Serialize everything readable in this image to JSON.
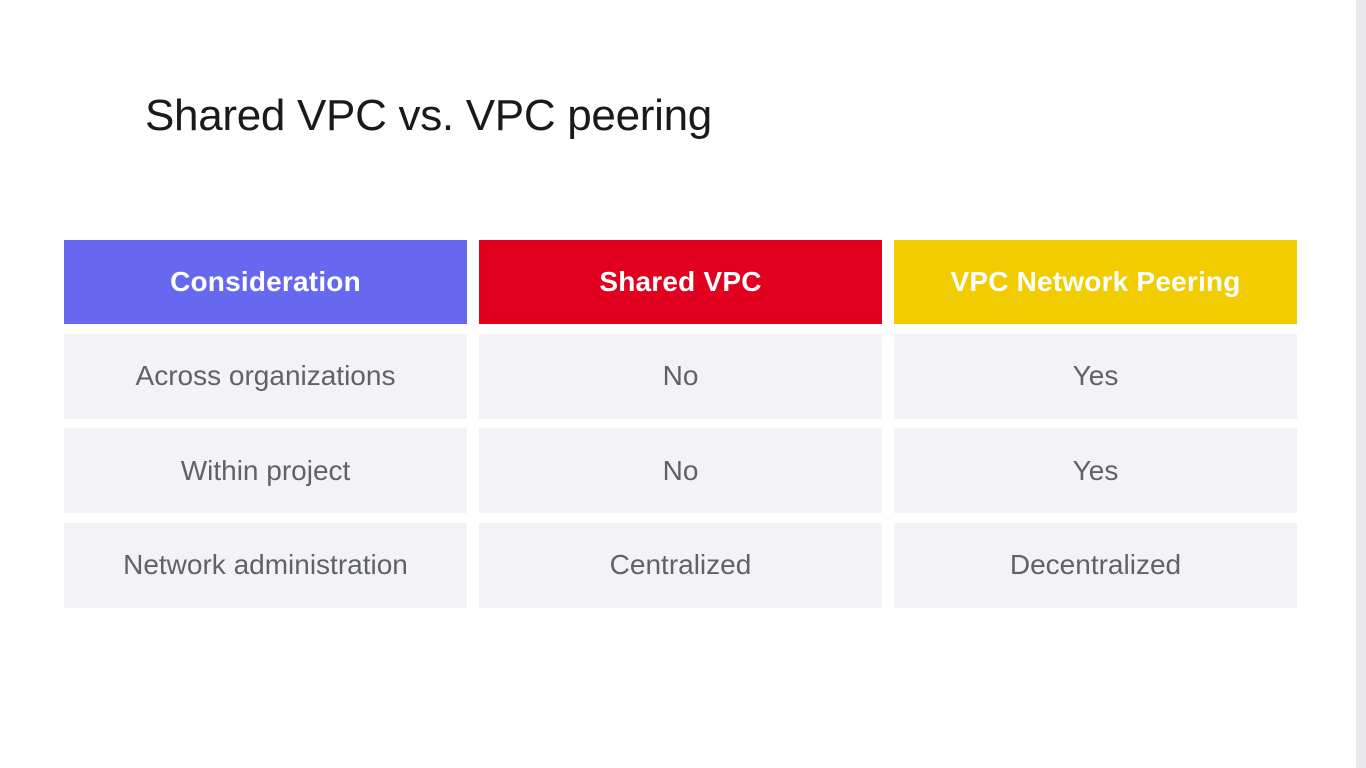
{
  "slide": {
    "title": "Shared VPC vs. VPC peering"
  },
  "colors": {
    "consideration_header": "#6669f0",
    "shared_vpc_header": "#e1001f",
    "peering_header": "#f0cc00",
    "row_background": "#f3f3f5",
    "row_text": "#5f6368",
    "title_text": "#1a1a1a"
  },
  "table": {
    "headers": [
      "Consideration",
      "Shared VPC",
      "VPC Network Peering"
    ],
    "rows": [
      [
        "Across organizations",
        "No",
        "Yes"
      ],
      [
        "Within project",
        "No",
        "Yes"
      ],
      [
        "Network administration",
        "Centralized",
        "Decentralized"
      ]
    ]
  }
}
